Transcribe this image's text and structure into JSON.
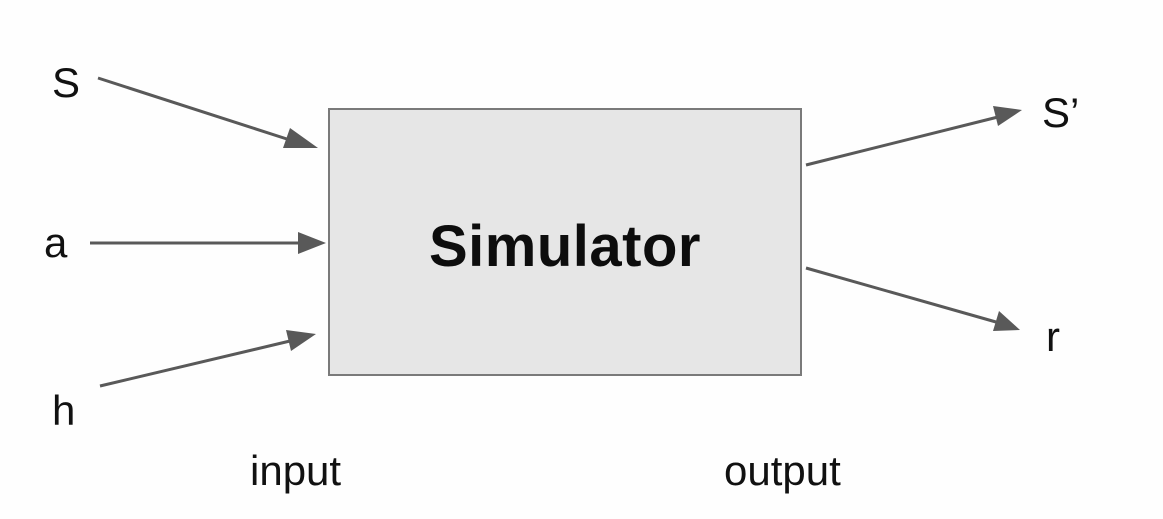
{
  "diagram": {
    "block": {
      "title": "Simulator",
      "fill": "#e6e6e6",
      "border": "#7a7a7a"
    },
    "inputs": [
      "S",
      "a",
      "h"
    ],
    "outputs": [
      "S’",
      "r"
    ],
    "captions": {
      "input": "input",
      "output": "output"
    },
    "arrow_color": "#595959",
    "arrows": [
      {
        "from": "S",
        "to": "Simulator"
      },
      {
        "from": "a",
        "to": "Simulator"
      },
      {
        "from": "h",
        "to": "Simulator"
      },
      {
        "from": "Simulator",
        "to": "S’"
      },
      {
        "from": "Simulator",
        "to": "r"
      }
    ]
  }
}
